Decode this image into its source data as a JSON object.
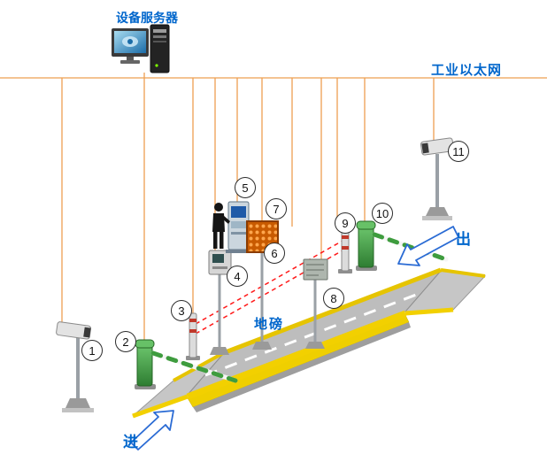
{
  "diagram": {
    "labels": {
      "server": "设备服务器",
      "network": "工业以太网",
      "scale": "地磅",
      "entry": "进",
      "exit": "出"
    },
    "markers": [
      "1",
      "2",
      "3",
      "4",
      "5",
      "6",
      "7",
      "8",
      "9",
      "10",
      "11"
    ],
    "colors": {
      "network_line": "#ED9F52",
      "label_blue": "#0066CC",
      "beam_red": "#FF1A1A",
      "deck_gray": "#BDBDBD",
      "curb_yellow": "#F2D000",
      "barrier_green": "#3E9C3E",
      "arrow_blue": "#2A6BD4"
    }
  }
}
